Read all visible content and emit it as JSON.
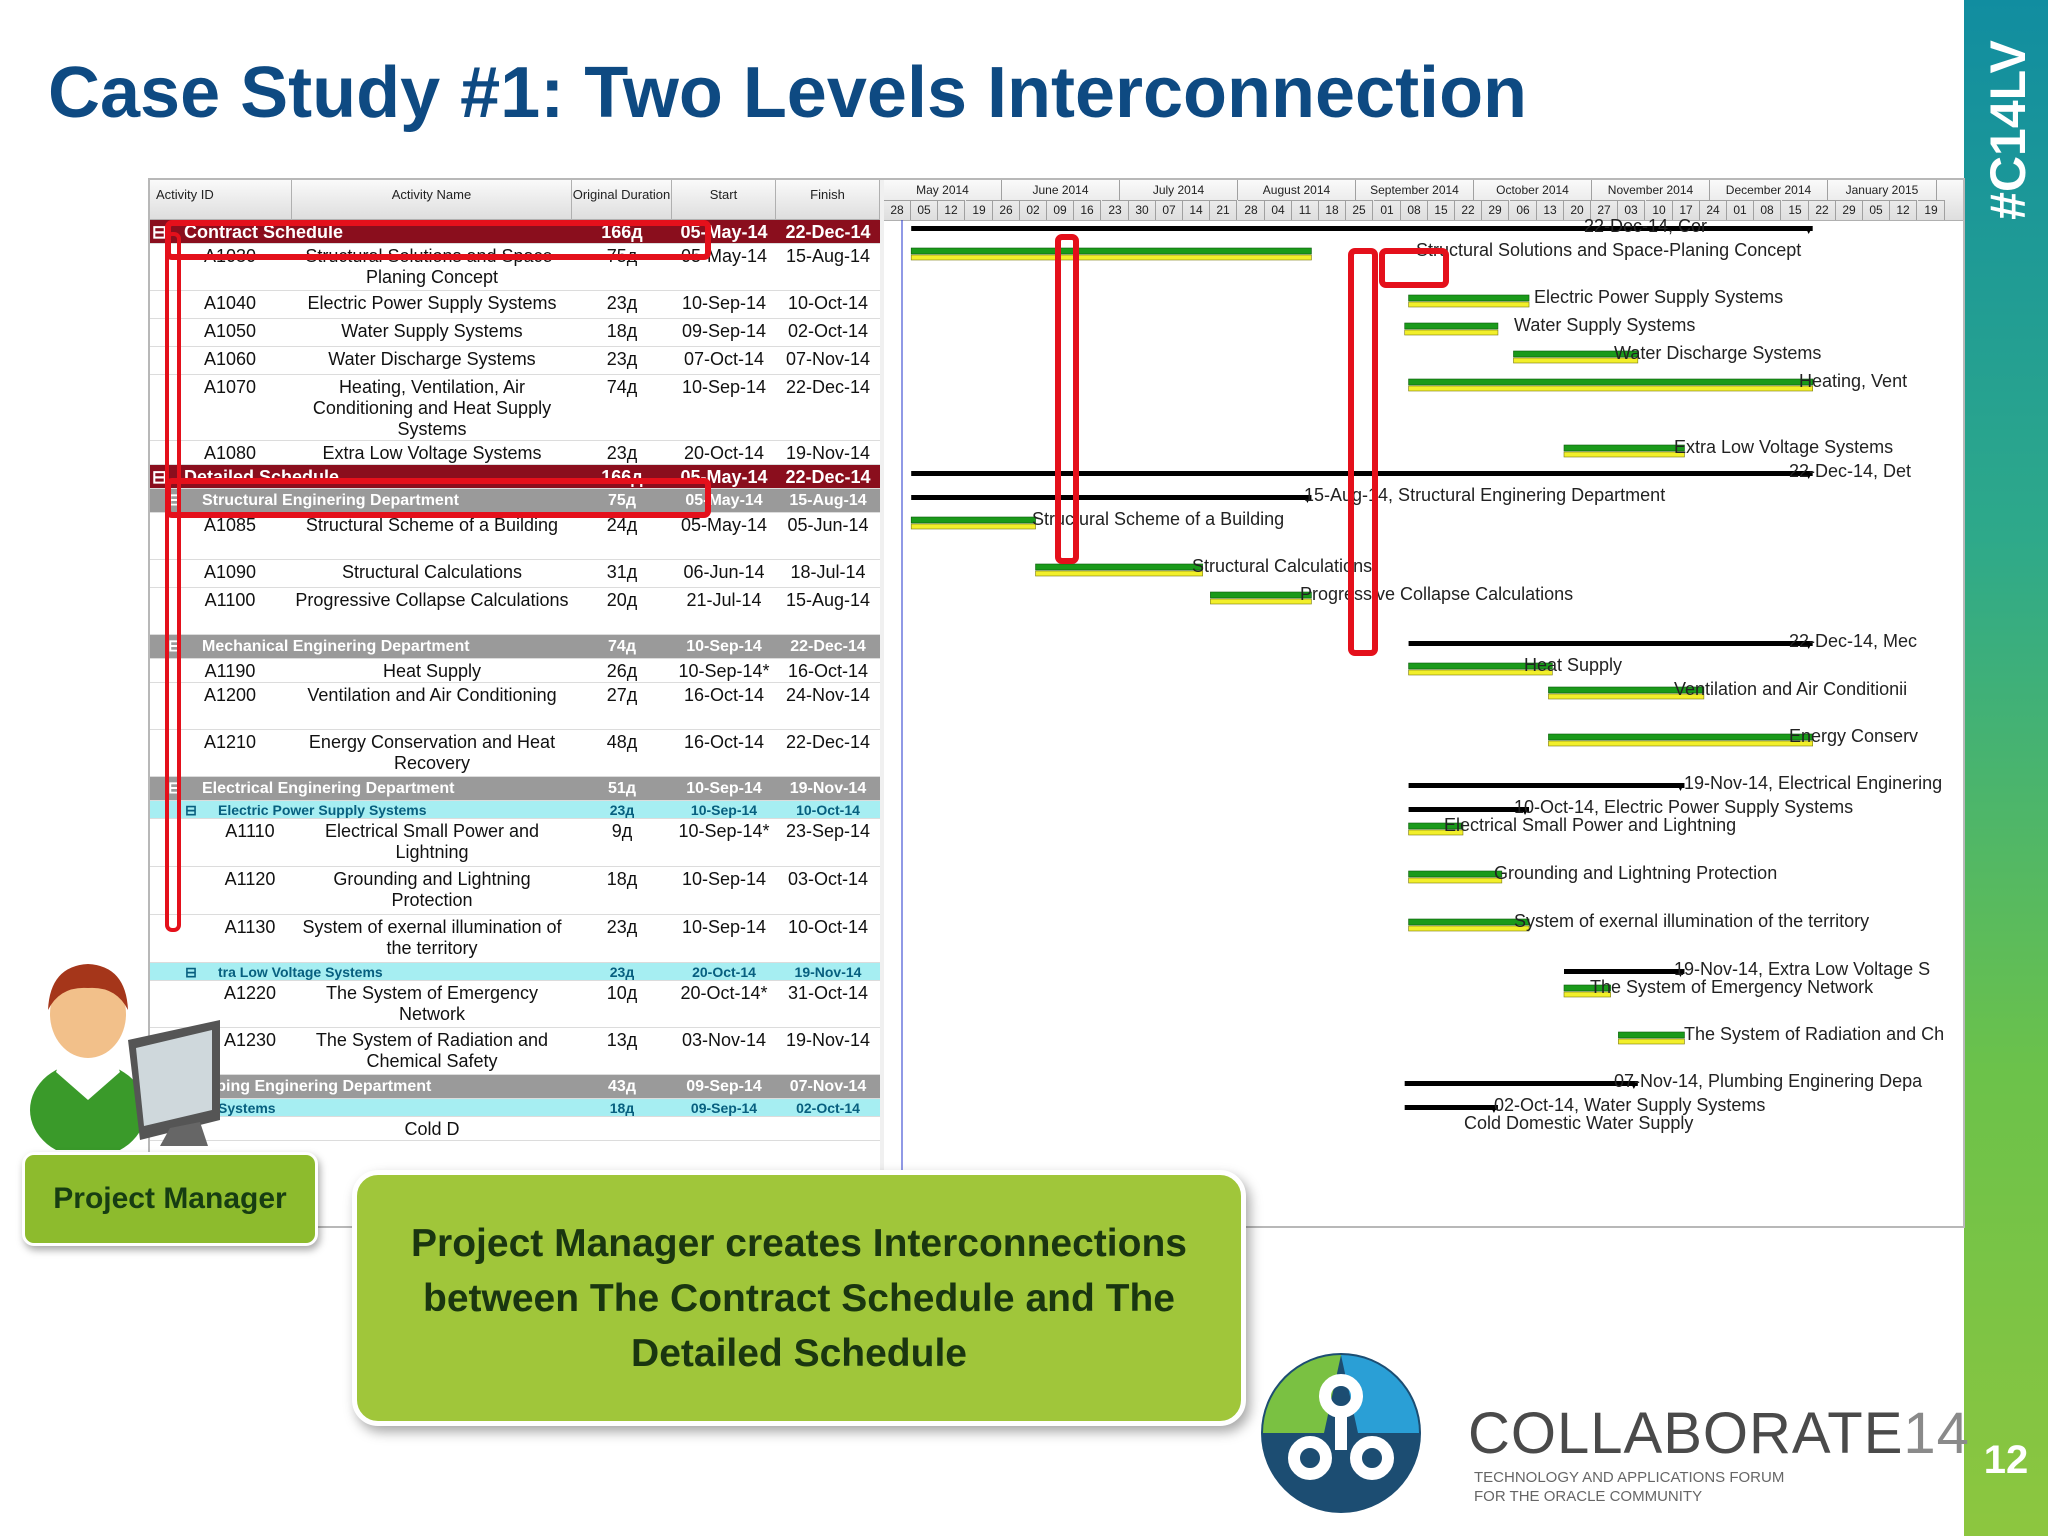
{
  "slide": {
    "title": "Case Study #1: Two Levels Interconnection",
    "hashtag": "#C14LV",
    "page_number": "12",
    "role_label": "Project Manager",
    "callout": "Project Manager creates Interconnections between The Contract Schedule and The Detailed Schedule",
    "logo": {
      "word": "COLLABORATE",
      "number": "14",
      "tagline": [
        "TECHNOLOGY AND APPLICATIONS FORUM",
        "FOR THE ORACLE COMMUNITY"
      ]
    }
  },
  "table": {
    "columns": [
      "Activity ID",
      "Activity Name",
      "Original Duration",
      "Start",
      "Finish"
    ],
    "rows": [
      {
        "type": "contract",
        "id": "",
        "name": "Contract Schedule",
        "dur": "166д",
        "start": "05-May-14",
        "finish": "22-Dec-14"
      },
      {
        "type": "task",
        "id": "A1030",
        "name": "Structural Solutions and Space-Planing Concept",
        "dur": "75д",
        "start": "05-May-14",
        "finish": "15-Aug-14"
      },
      {
        "type": "task",
        "id": "A1040",
        "name": "Electric Power Supply Systems",
        "dur": "23д",
        "start": "10-Sep-14",
        "finish": "10-Oct-14"
      },
      {
        "type": "task",
        "id": "A1050",
        "name": "Water Supply Systems",
        "dur": "18д",
        "start": "09-Sep-14",
        "finish": "02-Oct-14"
      },
      {
        "type": "task",
        "id": "A1060",
        "name": "Water Discharge Systems",
        "dur": "23д",
        "start": "07-Oct-14",
        "finish": "07-Nov-14"
      },
      {
        "type": "task",
        "id": "A1070",
        "name": "Heating, Ventilation, Air Conditioning and Heat Supply Systems",
        "dur": "74д",
        "start": "10-Sep-14",
        "finish": "22-Dec-14"
      },
      {
        "type": "task",
        "id": "A1080",
        "name": "Extra Low Voltage Systems",
        "dur": "23д",
        "start": "20-Oct-14",
        "finish": "19-Nov-14"
      },
      {
        "type": "contract",
        "id": "",
        "name": "Detailed Schedule",
        "dur": "166д",
        "start": "05-May-14",
        "finish": "22-Dec-14"
      },
      {
        "type": "dept",
        "id": "",
        "name": "Structural Enginering Department",
        "dur": "75д",
        "start": "05-May-14",
        "finish": "15-Aug-14"
      },
      {
        "type": "task",
        "id": "A1085",
        "name": "Structural Scheme of a Building",
        "dur": "24д",
        "start": "05-May-14",
        "finish": "05-Jun-14"
      },
      {
        "type": "task",
        "id": "A1090",
        "name": "Structural Calculations",
        "dur": "31д",
        "start": "06-Jun-14",
        "finish": "18-Jul-14"
      },
      {
        "type": "task",
        "id": "A1100",
        "name": "Progressive Collapse Calculations",
        "dur": "20д",
        "start": "21-Jul-14",
        "finish": "15-Aug-14"
      },
      {
        "type": "dept",
        "id": "",
        "name": "Mechanical Enginering Department",
        "dur": "74д",
        "start": "10-Sep-14",
        "finish": "22-Dec-14"
      },
      {
        "type": "task",
        "id": "A1190",
        "name": "Heat Supply",
        "dur": "26д",
        "start": "10-Sep-14*",
        "finish": "16-Oct-14"
      },
      {
        "type": "task",
        "id": "A1200",
        "name": "Ventilation and Air Conditioning",
        "dur": "27д",
        "start": "16-Oct-14",
        "finish": "24-Nov-14"
      },
      {
        "type": "task",
        "id": "A1210",
        "name": "Energy Conservation and Heat Recovery",
        "dur": "48д",
        "start": "16-Oct-14",
        "finish": "22-Dec-14"
      },
      {
        "type": "dept",
        "id": "",
        "name": "Electrical Enginering Department",
        "dur": "51д",
        "start": "10-Sep-14",
        "finish": "19-Nov-14"
      },
      {
        "type": "sub",
        "id": "",
        "name": "Electric Power Supply Systems",
        "dur": "23д",
        "start": "10-Sep-14",
        "finish": "10-Oct-14"
      },
      {
        "type": "task2",
        "id": "A1110",
        "name": "Electrical Small Power and Lightning",
        "dur": "9д",
        "start": "10-Sep-14*",
        "finish": "23-Sep-14"
      },
      {
        "type": "task2",
        "id": "A1120",
        "name": "Grounding and Lightning Protection",
        "dur": "18д",
        "start": "10-Sep-14",
        "finish": "03-Oct-14"
      },
      {
        "type": "task2",
        "id": "A1130",
        "name": "System of exernal illumination of the territory",
        "dur": "23д",
        "start": "10-Sep-14",
        "finish": "10-Oct-14"
      },
      {
        "type": "sub",
        "id": "",
        "name": "tra Low Voltage Systems",
        "dur": "23д",
        "start": "20-Oct-14",
        "finish": "19-Nov-14"
      },
      {
        "type": "task2",
        "id": "A1220",
        "name": "The System of Emergency Network",
        "dur": "10д",
        "start": "20-Oct-14*",
        "finish": "31-Oct-14"
      },
      {
        "type": "task2",
        "id": "A1230",
        "name": "The System of Radiation and Chemical Safety",
        "dur": "13д",
        "start": "03-Nov-14",
        "finish": "19-Nov-14"
      },
      {
        "type": "dept",
        "id": "",
        "name": "mbing Enginering Department",
        "dur": "43д",
        "start": "09-Sep-14",
        "finish": "07-Nov-14"
      },
      {
        "type": "sub",
        "id": "",
        "name": "Systems",
        "dur": "18д",
        "start": "09-Sep-14",
        "finish": "02-Oct-14"
      },
      {
        "type": "task2",
        "id": "",
        "name": "Cold D",
        "dur": "",
        "start": "",
        "finish": ""
      }
    ]
  },
  "gantt": {
    "months": [
      "May 2014",
      "June 2014",
      "July 2014",
      "August 2014",
      "September 2014",
      "October 2014",
      "November 2014",
      "December 2014",
      "January 2015"
    ],
    "weeks": [
      "28",
      "05",
      "12",
      "19",
      "26",
      "02",
      "09",
      "16",
      "23",
      "30",
      "07",
      "14",
      "21",
      "28",
      "04",
      "11",
      "18",
      "25",
      "01",
      "08",
      "15",
      "22",
      "29",
      "06",
      "13",
      "20",
      "27",
      "03",
      "10",
      "17",
      "24",
      "01",
      "08",
      "15",
      "22",
      "29",
      "05",
      "12",
      "19"
    ],
    "labels": [
      "22-Dec-14, Cor",
      "Structural Solutions and Space-Planing Concept",
      "Electric Power Supply Systems",
      "Water Supply Systems",
      "Water Discharge Systems",
      "Heating, Vent",
      "Extra Low Voltage Systems",
      "22-Dec-14, Det",
      "15-Aug-14, Structural Enginering Department",
      "Structural Scheme of a Building",
      "Structural Calculations",
      "Progressive Collapse Calculations",
      "22-Dec-14, Mec",
      "Heat Supply",
      "Ventilation and Air Conditionii",
      "Energy Conserv",
      "19-Nov-14, Electrical Enginering",
      "10-Oct-14, Electric Power Supply Systems",
      "Electrical Small Power and Lightning",
      "Grounding and Lightning Protection",
      "System of exernal illumination of the territory",
      "19-Nov-14, Extra Low Voltage S",
      "The System of Emergency Network",
      "The System of Radiation and Ch",
      "07-Nov-14, Plumbing Enginering Depa",
      "02-Oct-14, Water Supply Systems",
      "Cold Domestic Water Supply"
    ]
  },
  "colors": {
    "title": "#0e4a82",
    "contract_row": "#8a0e1d",
    "dept_row": "#9a9a9a",
    "subgroup_row": "#a6eef2",
    "highlight": "#e4101b",
    "bar_green": "#1a9a1a",
    "bar_yellow": "#f2ef2a",
    "callout": "#a0c63a"
  }
}
